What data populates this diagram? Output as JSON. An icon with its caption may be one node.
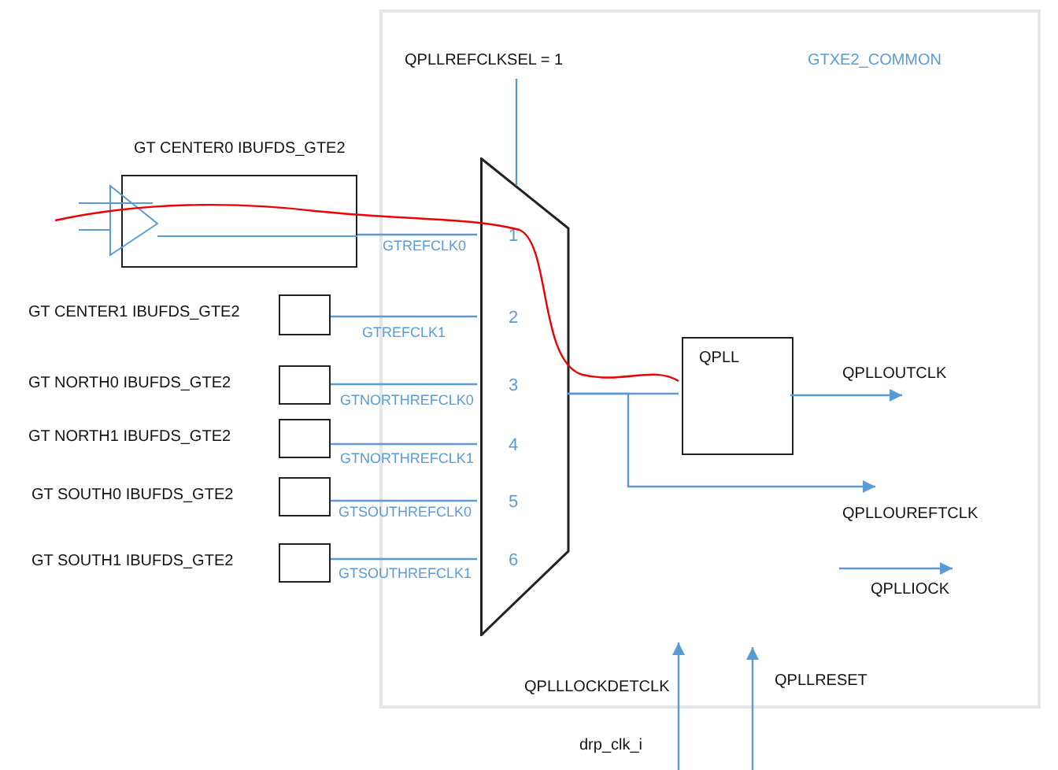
{
  "diagram": {
    "nodes": [
      {
        "text": [
          "GTXE2_COMMON"
        ]
      },
      {
        "text": [
          "GT CENTER0 IBUFDS_GTE2"
        ]
      },
      {
        "text": [],
        "shape": "box",
        "beside": [
          "GT CENTER1 IBUFDS_GTE2"
        ]
      },
      {
        "text": [],
        "shape": "box",
        "beside": [
          "GT NORTH0 IBUFDS_GTE2"
        ]
      },
      {
        "text": [],
        "shape": "box",
        "beside": [
          "GT NORTH1 IBUFDS_GTE2"
        ]
      },
      {
        "text": [],
        "shape": "box",
        "beside": [
          "GT SOUTH0 IBUFDS_GTE2"
        ]
      },
      {
        "text": [],
        "shape": "box",
        "beside": [
          "GT SOUTH1 IBUFDS_GTE2"
        ]
      },
      {
        "text": [
          "1",
          "2",
          "3",
          "4",
          "5",
          "6"
        ],
        "in": 0
      },
      {
        "text": [
          "QPLL"
        ],
        "in": 0
      },
      {
        "text": [
          "QPLLREFCLKSEL = 1"
        ],
        "in": 0
      },
      {
        "text": [
          "drp_clk_i"
        ]
      }
    ],
    "edges": [
      {
        "from": 1,
        "to": 7,
        "arrow": "none",
        "label": "GTREFCLK0"
      },
      {
        "from": 2,
        "to": 7,
        "arrow": "none",
        "label": "GTREFCLK1"
      },
      {
        "from": 3,
        "to": 7,
        "arrow": "none",
        "label": "GTNORTHREFCLK0"
      },
      {
        "from": 4,
        "to": 7,
        "arrow": "none",
        "label": "GTNORTHREFCLK1"
      },
      {
        "from": 5,
        "to": 7,
        "arrow": "none",
        "label": "GTSOUTHREFCLK0"
      },
      {
        "from": 6,
        "to": 7,
        "arrow": "none",
        "label": "GTSOUTHREFCLK1"
      },
      {
        "from": 9,
        "to": 7,
        "arrow": "none"
      },
      {
        "from": 7,
        "to": 8,
        "arrow": "none"
      },
      {
        "from": 8,
        "to": null,
        "arrow": "to",
        "label": "QPLLOUTCLK"
      },
      {
        "from": 7,
        "to": null,
        "arrow": "to",
        "label": "QPLLOUREFTCLK"
      },
      {
        "from": 10,
        "to": null,
        "arrow": "to",
        "label": "QPLLLOCKDETCLK"
      }
    ],
    "labels": [
      "QPLLIOCK",
      "QPLLRESET"
    ]
  }
}
